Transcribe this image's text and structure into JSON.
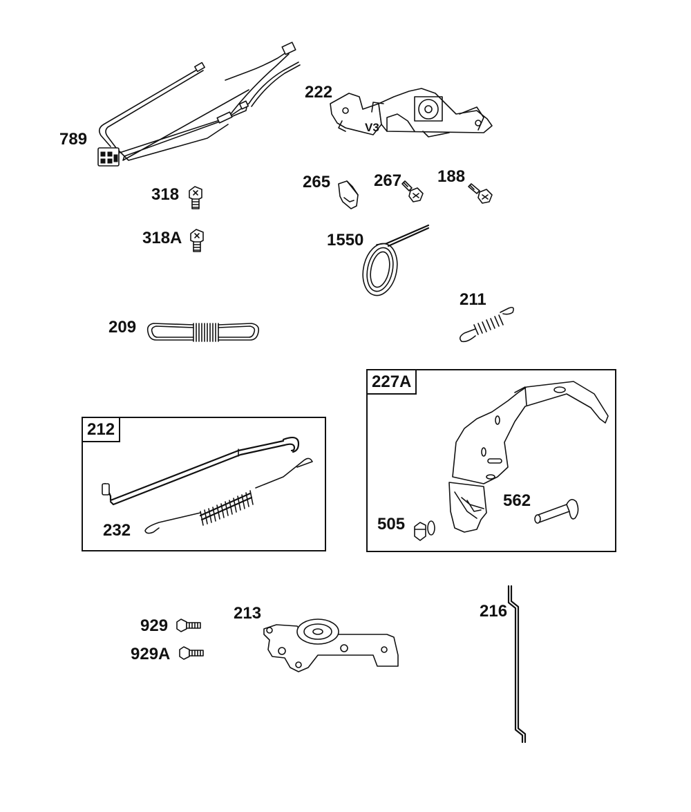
{
  "callouts": {
    "p789": "789",
    "p222": "222",
    "p318": "318",
    "p318a": "318A",
    "p265": "265",
    "p267": "267",
    "p188": "188",
    "p1550": "1550",
    "p209": "209",
    "p211": "211",
    "p232": "232",
    "p505": "505",
    "p562": "562",
    "p929": "929",
    "p929a": "929A",
    "p213": "213",
    "p216": "216"
  },
  "boxes": {
    "b212": "212",
    "b227a": "227A"
  },
  "engravings": {
    "bracket_mark": "V3"
  },
  "colors": {
    "line": "#111111",
    "background": "#ffffff"
  }
}
